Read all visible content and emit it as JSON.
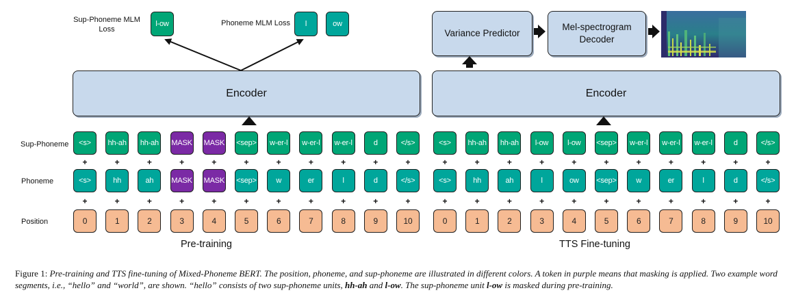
{
  "left": {
    "loss_sup": "Sup-Phoneme MLM Loss",
    "loss_pho": "Phoneme MLM Loss",
    "pred_sup": [
      "l-ow"
    ],
    "pred_pho": [
      "l",
      "ow"
    ],
    "encoder": "Encoder",
    "sup_phoneme": [
      "<s>",
      "hh-ah",
      "hh-ah",
      "MASK",
      "MASK",
      "<sep>",
      "w-er-l",
      "w-er-l",
      "w-er-l",
      "d",
      "</s>"
    ],
    "phoneme": [
      "<s>",
      "hh",
      "ah",
      "MASK",
      "MASK",
      "<sep>",
      "w",
      "er",
      "l",
      "d",
      "</s>"
    ],
    "masked_indices": [
      3,
      4
    ],
    "position": [
      "0",
      "1",
      "2",
      "3",
      "4",
      "5",
      "6",
      "7",
      "8",
      "9",
      "10"
    ],
    "title": "Pre-training"
  },
  "right": {
    "variance": "Variance Predictor",
    "decoder": "Mel-spectrogram Decoder",
    "encoder": "Encoder",
    "sup_phoneme": [
      "<s>",
      "hh-ah",
      "hh-ah",
      "l-ow",
      "l-ow",
      "<sep>",
      "w-er-l",
      "w-er-l",
      "w-er-l",
      "d",
      "</s>"
    ],
    "phoneme": [
      "<s>",
      "hh",
      "ah",
      "l",
      "ow",
      "<sep>",
      "w",
      "er",
      "l",
      "d",
      "</s>"
    ],
    "position": [
      "0",
      "1",
      "2",
      "3",
      "4",
      "5",
      "6",
      "7",
      "8",
      "9",
      "10"
    ],
    "title": "TTS Fine-tuning"
  },
  "row_labels": {
    "sup": "Sup-Phoneme",
    "pho": "Phoneme",
    "pos": "Position"
  },
  "plus": "+",
  "caption": {
    "prefix": "Figure 1: ",
    "p1": "Pre-training and TTS fine-tuning of Mixed-Phoneme BERT. The position, phoneme, and sup-phoneme are illustrated in different colors. A token in purple means that masking is applied. Two example word segments, i.e., “hello” and “world”, are shown. “hello” consists of two sup-phoneme units, ",
    "b1": "hh-ah",
    "p2": " and ",
    "b2": "l-ow",
    "p3": ". The sup-phoneme unit ",
    "b3": "l-ow",
    "p4": " is masked during pre-training."
  },
  "colors": {
    "sup": "#00a676",
    "pho": "#00a69b",
    "mask": "#7b2aa5",
    "pos": "#f6bb93",
    "encoder": "#c8d9ec"
  }
}
